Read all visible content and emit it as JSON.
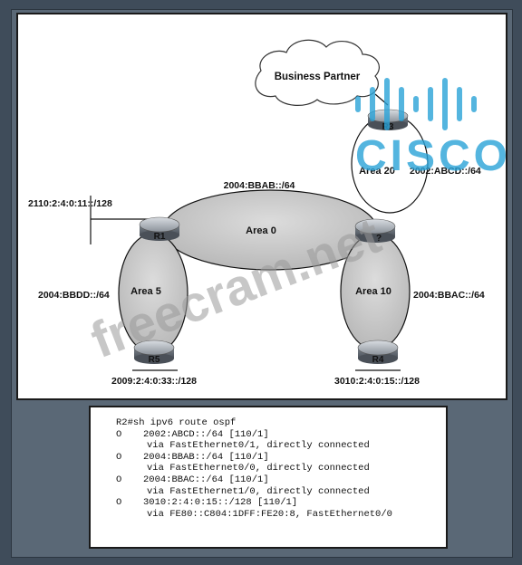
{
  "diagram": {
    "cloud_label": "Business Partner",
    "brand_logo_text": "CISCO",
    "watermark_text": "freecram.net",
    "areas": {
      "area0": "Area 0",
      "area5": "Area 5",
      "area10": "Area 10",
      "area20": "Area 20"
    },
    "routers": {
      "r1": "R1",
      "r2": "?",
      "r3": "R3",
      "r4": "R4",
      "r5": "R5"
    },
    "prefixes": {
      "r1_loopback": "2110:2:4:0:11::/128",
      "area0_net": "2004:BBAB::/64",
      "area20_net": "2002:ABCD::/64",
      "area5_net": "2004:BBDD::/64",
      "area10_net": "2004:BBAC::/64",
      "r5_loopback": "2009:2:4:0:33::/128",
      "r4_loopback": "3010:2:4:0:15::/128"
    }
  },
  "console": {
    "command": "R2#sh ipv6 route ospf",
    "routes": [
      {
        "code": "O",
        "prefix": "2002:ABCD::/64 [110/1]",
        "via": "via FastEthernet0/1, directly connected"
      },
      {
        "code": "O",
        "prefix": "2004:BBAB::/64 [110/1]",
        "via": "via FastEthernet0/0, directly connected"
      },
      {
        "code": "O",
        "prefix": "2004:BBAC::/64 [110/1]",
        "via": "via FastEthernet1/0, directly connected"
      },
      {
        "code": "O",
        "prefix": "3010:2:4:0:15::/128 [110/1]",
        "via": "via FE80::C804:1DFF:FE20:8, FastEthernet0/0"
      }
    ]
  }
}
